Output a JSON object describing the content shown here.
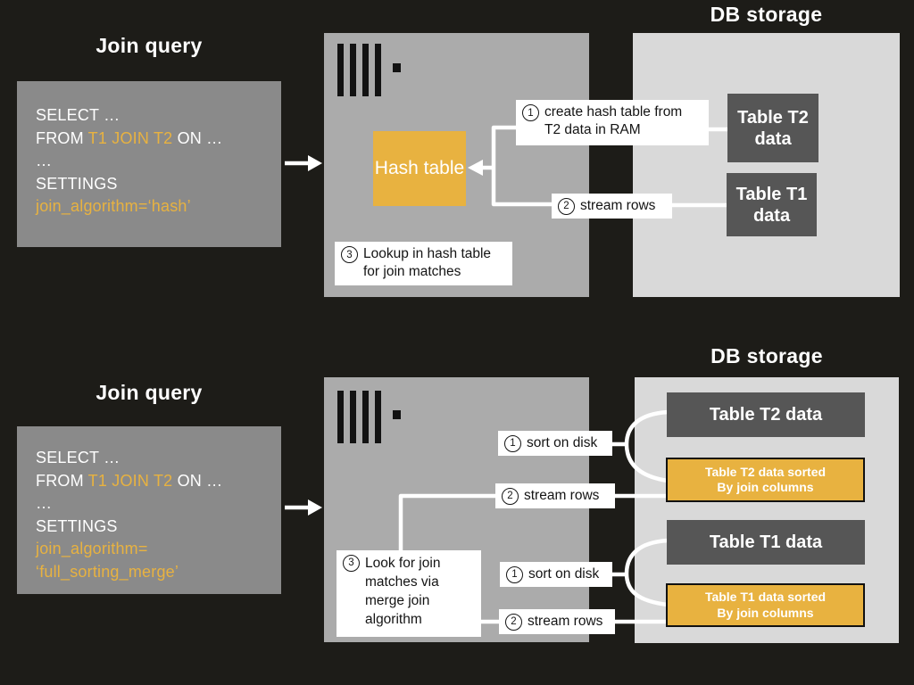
{
  "colors": {
    "accent_yellow": "#e8b240",
    "server_gray": "#ababab",
    "db_gray": "#d9d9d9",
    "query_gray": "#8a8a8a",
    "table_dark_gray": "#565656",
    "background": "#1d1c18",
    "connector_white": "#ffffff"
  },
  "top": {
    "title": "Join query",
    "query": {
      "lines": [
        [
          {
            "text": "SELECT …",
            "color": "white"
          }
        ],
        [
          {
            "text": "FROM ",
            "color": "white"
          },
          {
            "text": "T1 JOIN T2",
            "color": "accent"
          },
          {
            "text": " ON …",
            "color": "white"
          }
        ],
        [
          {
            "text": "…",
            "color": "white"
          }
        ],
        [
          {
            "text": "SETTINGS",
            "color": "white"
          }
        ],
        [
          {
            "text": "join_algorithm=‘hash’",
            "color": "accent"
          }
        ]
      ]
    },
    "server": {
      "hash_table": "Hash table"
    },
    "steps": {
      "s1_num": "1",
      "s1_text": "create hash table from\nT2 data in RAM",
      "s2_num": "2",
      "s2_text": "stream rows",
      "s3_num": "3",
      "s3_text": "Lookup in hash table\nfor join matches"
    },
    "db": {
      "title": "DB storage",
      "t2": "Table T2 data",
      "t1": "Table T1 data"
    }
  },
  "bottom": {
    "title": "Join query",
    "query": {
      "lines": [
        [
          {
            "text": "SELECT …",
            "color": "white"
          }
        ],
        [
          {
            "text": "FROM ",
            "color": "white"
          },
          {
            "text": "T1 JOIN T2",
            "color": "accent"
          },
          {
            "text": " ON …",
            "color": "white"
          }
        ],
        [
          {
            "text": "…",
            "color": "white"
          }
        ],
        [
          {
            "text": "SETTINGS",
            "color": "white"
          }
        ],
        [
          {
            "text": "join_algorithm=",
            "color": "accent"
          }
        ],
        [
          {
            "text": "‘full_sorting_merge’",
            "color": "accent"
          }
        ]
      ]
    },
    "steps": {
      "sort1_num": "1",
      "sort1_text": "sort on disk",
      "stream1_num": "2",
      "stream1_text": "stream rows",
      "s3_num": "3",
      "s3_text": "Look for join\nmatches via\nmerge join\nalgorithm",
      "sort2_num": "1",
      "sort2_text": "sort on disk",
      "stream2_num": "2",
      "stream2_text": "stream rows"
    },
    "db": {
      "title": "DB storage",
      "t2": "Table T2 data",
      "t2_sorted": "Table T2 data sorted\nBy join columns",
      "t1": "Table T1 data",
      "t1_sorted": "Table T1 data sorted\nBy join columns"
    }
  }
}
